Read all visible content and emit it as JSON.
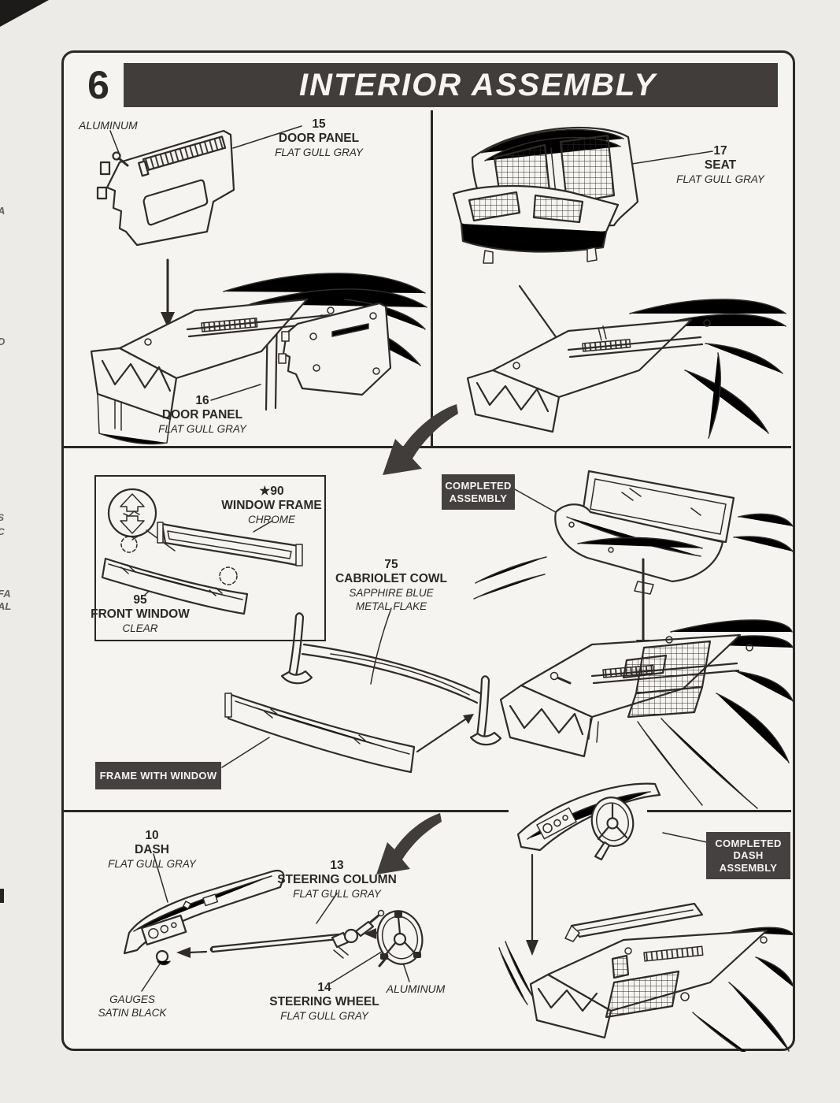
{
  "header": {
    "step_number": "6",
    "title": "INTERIOR ASSEMBLY"
  },
  "colors": {
    "ink": "#2e2b28",
    "bar": "#413d3a",
    "badge": "#454140",
    "paper": "#f6f4f0",
    "page": "#edebe7"
  },
  "parts": {
    "p15": {
      "number": "15",
      "name": "DOOR PANEL",
      "finish": "FLAT GULL GRAY"
    },
    "p16": {
      "number": "16",
      "name": "DOOR PANEL",
      "finish": "FLAT GULL GRAY"
    },
    "p17": {
      "number": "17",
      "name": "SEAT",
      "finish": "FLAT GULL GRAY"
    },
    "p90": {
      "number": "★90",
      "name": "WINDOW FRAME",
      "finish": "CHROME"
    },
    "p95": {
      "number": "95",
      "name": "FRONT WINDOW",
      "finish": "CLEAR"
    },
    "p75": {
      "number": "75",
      "name": "CABRIOLET COWL",
      "finish": "SAPPHIRE BLUE",
      "finish2": "METAL FLAKE"
    },
    "p10": {
      "number": "10",
      "name": "DASH",
      "finish": "FLAT GULL GRAY"
    },
    "p13": {
      "number": "13",
      "name": "STEERING COLUMN",
      "finish": "FLAT GULL GRAY"
    },
    "p14": {
      "number": "14",
      "name": "STEERING WHEEL",
      "finish": "FLAT GULL GRAY"
    }
  },
  "notes": {
    "aluminum_top": "ALUMINUM",
    "aluminum_bottom": "ALUMINUM",
    "gauges_line1": "GAUGES",
    "gauges_line2": "SATIN BLACK"
  },
  "badges": {
    "completed_assembly": [
      "COMPLETED",
      "ASSEMBLY"
    ],
    "frame_with_window": "FRAME WITH WINDOW",
    "completed_dash": [
      "COMPLETED",
      "DASH",
      "ASSEMBLY"
    ]
  },
  "artifacts": {
    "edge_fragments": [
      "A",
      "D",
      "S",
      "C",
      "FA",
      "AL"
    ]
  }
}
